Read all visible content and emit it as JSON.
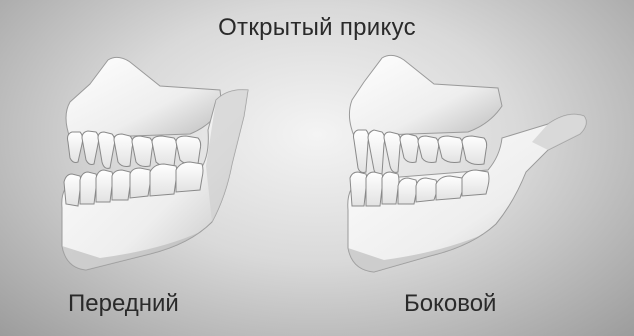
{
  "title": "Открытый прикус",
  "panels": [
    {
      "caption": "Передний"
    },
    {
      "caption": "Боковой"
    }
  ],
  "colors": {
    "bone": "#fbfbfb",
    "bone_shadow": "#bdbdbd",
    "tooth": "#ffffff",
    "tooth_outline": "#8a8a8a",
    "text": "#2a2a2a"
  }
}
